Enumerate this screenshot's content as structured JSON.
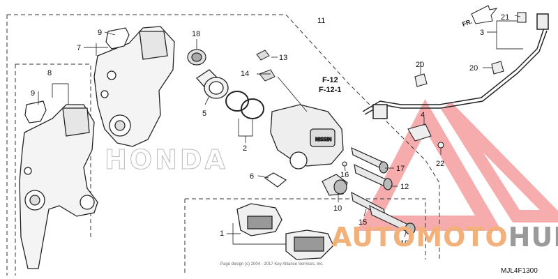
{
  "diagram": {
    "callouts": [
      "1",
      "2",
      "3",
      "4",
      "5",
      "6",
      "7",
      "8",
      "9",
      "9",
      "10",
      "11",
      "12",
      "13",
      "14",
      "15",
      "16",
      "17",
      "18",
      "19",
      "20",
      "20",
      "21",
      "22"
    ],
    "section_refs": [
      "F-12",
      "F-12-1"
    ],
    "front_marker": "FR.",
    "ref_code": "MJL4F1300",
    "copyright": "Page design (c) 2004 - 2017 Key Alliance Services, Inc.",
    "background_brand": "HONDA",
    "watermark": {
      "part1": "AUTOMOTO",
      "part2": "HUB",
      "accent_color": "#f08c3c",
      "triangle_color": "#f06a6a"
    }
  }
}
